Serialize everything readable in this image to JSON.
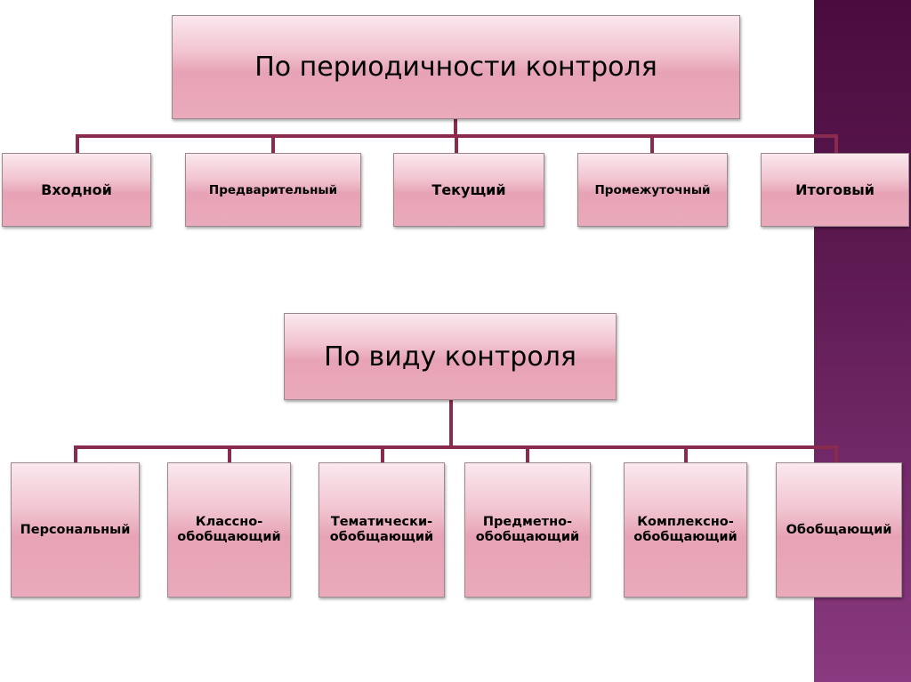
{
  "colors": {
    "connector": "#8b2a4f",
    "band": "#5e1a52",
    "box": "#eaaabb"
  },
  "section1": {
    "title": "По периодичности контроля",
    "items": [
      "Входной",
      "Предварительный",
      "Текущий",
      "Промежуточный",
      "Итоговый"
    ]
  },
  "section2": {
    "title": "По виду контроля",
    "items": [
      {
        "line1": "Персональный",
        "line2": ""
      },
      {
        "line1": "Классно-",
        "line2": "обобщающий"
      },
      {
        "line1": "Тематически-",
        "line2": "обобщающий"
      },
      {
        "line1": "Предметно-",
        "line2": "обобщающий"
      },
      {
        "line1": "Комплексно-",
        "line2": "обобщающий"
      },
      {
        "line1": "Обобщающий",
        "line2": ""
      }
    ]
  }
}
